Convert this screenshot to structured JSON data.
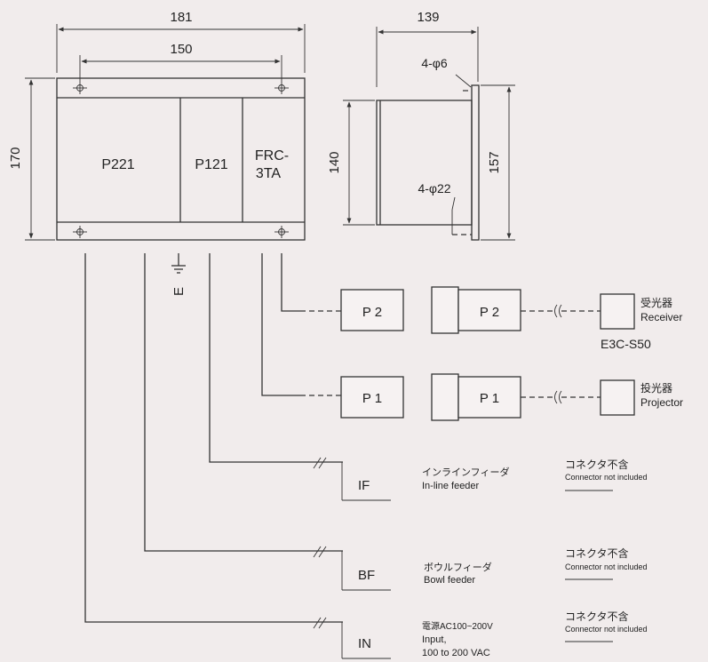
{
  "dimensions": {
    "overall_width": "181",
    "hole_spacing": "150",
    "side_depth": "139",
    "height": "170",
    "hole_vertical_spacing": "140",
    "side_height": "157",
    "mounting_holes": "4-φ6",
    "cable_holes": "4-φ22"
  },
  "units": {
    "p221": "P221",
    "p121": "P121",
    "frc_line1": "FRC-",
    "frc_line2": "3TA"
  },
  "ground_label": "E",
  "connectors": {
    "p2": "P 2",
    "p1": "P 1"
  },
  "sensors": {
    "receiver_jp": "受光器",
    "receiver_en": "Receiver",
    "projector_jp": "投光器",
    "projector_en": "Projector",
    "model": "E3C-S50"
  },
  "outputs": [
    {
      "code": "IF",
      "jp": "インラインフィーダ",
      "en": "In-line feeder",
      "note_jp": "コネクタ不含",
      "note_en": "Connector not included"
    },
    {
      "code": "BF",
      "jp": "ボウルフィーダ",
      "en": "Bowl feeder",
      "note_jp": "コネクタ不含",
      "note_en": "Connector not included"
    },
    {
      "code": "IN",
      "jp": "電源AC100~200V",
      "en": "Input,",
      "en2": "100 to 200 VAC",
      "note_jp": "コネクタ不含",
      "note_en": "Connector not included"
    }
  ]
}
